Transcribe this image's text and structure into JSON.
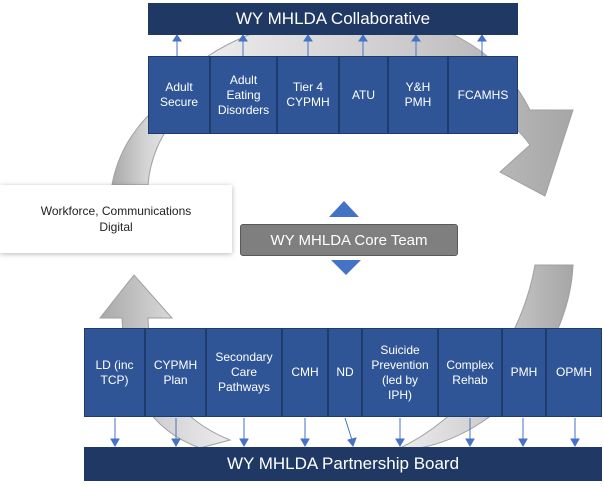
{
  "collaborative": {
    "title": "WY MHLDA Collaborative",
    "boxes": [
      "Adult\nSecure",
      "Adult\nEating\nDisorders",
      "Tier 4\nCYPMH",
      "ATU",
      "Y&H\nPMH",
      "FCAMHS"
    ]
  },
  "partnership": {
    "title": "WY MHLDA Partnership Board",
    "boxes": [
      "LD (inc\nTCP)",
      "CYPMH\nPlan",
      "Secondary\nCare\nPathways",
      "CMH",
      "ND",
      "Suicide\nPrevention\n(led by\nIPH)",
      "Complex\nRehab",
      "PMH",
      "OPMH"
    ]
  },
  "core_team": {
    "label": "WY MHLDA Core Team"
  },
  "workforce": {
    "label": "Workforce, Communications\nDigital"
  },
  "colors": {
    "dark_navy": "#203864",
    "box_blue": "#2f5597",
    "core_grey": "#7f7f7f",
    "cycle_grey": "#bfbfbf"
  }
}
